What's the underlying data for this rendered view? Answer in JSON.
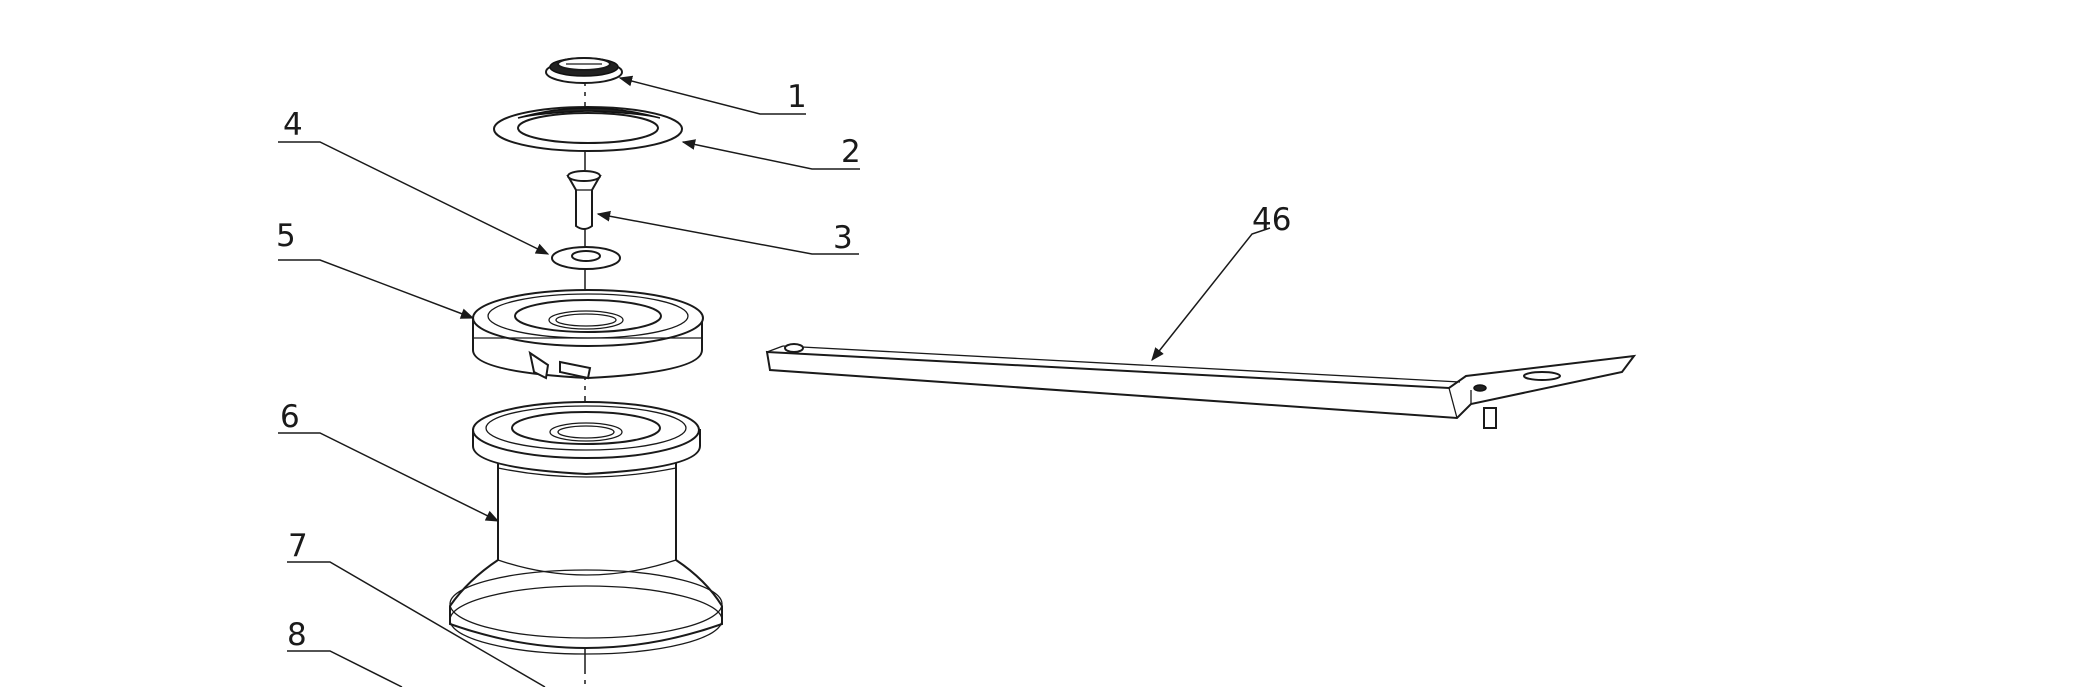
{
  "diagram": {
    "callouts": [
      {
        "id": "1",
        "label": "1"
      },
      {
        "id": "2",
        "label": "2"
      },
      {
        "id": "3",
        "label": "3"
      },
      {
        "id": "4",
        "label": "4"
      },
      {
        "id": "5",
        "label": "5"
      },
      {
        "id": "6",
        "label": "6"
      },
      {
        "id": "7",
        "label": "7"
      },
      {
        "id": "8",
        "label": "8"
      },
      {
        "id": "46",
        "label": "46"
      }
    ]
  }
}
